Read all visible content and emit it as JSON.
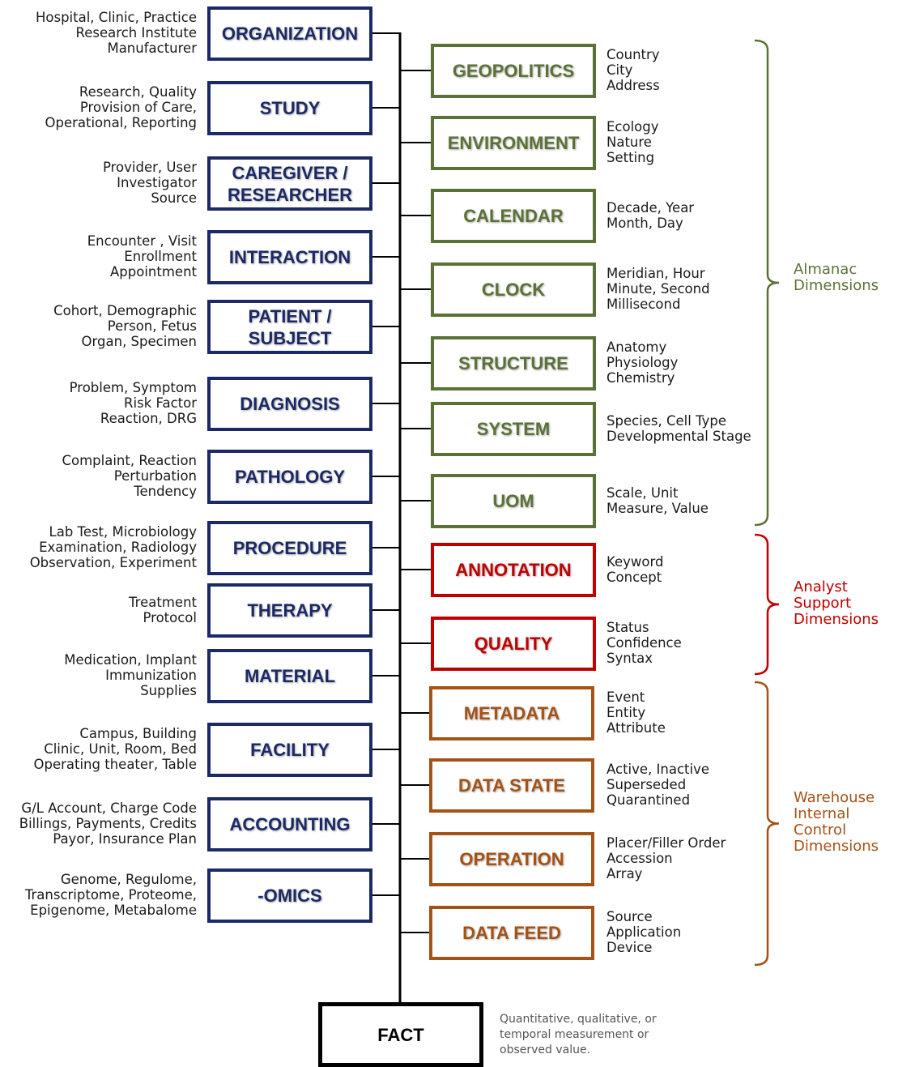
{
  "left_dimensions": [
    {
      "label": "ORGANIZATION",
      "desc": "Hospital, Clinic, Practice\nResearch Institute\nManufacturer"
    },
    {
      "label": "STUDY",
      "desc": "Research, Quality\nProvision of Care,\nOperational, Reporting"
    },
    {
      "label": "CAREGIVER /\nRESEARCHER",
      "desc": "Provider, User\nInvestigator\nSource"
    },
    {
      "label": "INTERACTION",
      "desc": "Encounter , Visit\nEnrollment\nAppointment"
    },
    {
      "label": "PATIENT /\nSUBJECT",
      "desc": "Cohort, Demographic\nPerson, Fetus\nOrgan, Specimen"
    },
    {
      "label": "DIAGNOSIS",
      "desc": "Problem, Symptom\nRisk Factor\nReaction, DRG"
    },
    {
      "label": "PATHOLOGY",
      "desc": "Complaint, Reaction\nPerturbation\nTendency"
    },
    {
      "label": "PROCEDURE",
      "desc": "Lab Test, Microbiology\nExamination, Radiology\nObservation, Experiment"
    },
    {
      "label": "THERAPY",
      "desc": "Treatment\nProtocol"
    },
    {
      "label": "MATERIAL",
      "desc": "Medication, Implant\nImmunization\nSupplies"
    },
    {
      "label": "FACILITY",
      "desc": "Campus, Building\nClinic, Unit, Room, Bed\nOperating theater, Table"
    },
    {
      "label": "ACCOUNTING",
      "desc": "G/L Account, Charge Code\nBillings, Payments, Credits\nPayor, Insurance Plan"
    },
    {
      "label": "-OMICS",
      "desc": "Genome, Regulome,\nTranscriptome, Proteome,\nEpigenome, Metabalome"
    }
  ],
  "right_dimensions": [
    {
      "label": "GEOPOLITICS",
      "desc": "Country\nCity\nAddress",
      "group": "almanac"
    },
    {
      "label": "ENVIRONMENT",
      "desc": "Ecology\nNature\nSetting",
      "group": "almanac"
    },
    {
      "label": "CALENDAR",
      "desc": "Decade, Year\nMonth, Day",
      "group": "almanac"
    },
    {
      "label": "CLOCK",
      "desc": "Meridian, Hour\nMinute, Second\nMillisecond",
      "group": "almanac"
    },
    {
      "label": "STRUCTURE",
      "desc": "Anatomy\nPhysiology\nChemistry",
      "group": "almanac"
    },
    {
      "label": "SYSTEM",
      "desc": "Species, Cell Type\nDevelopmental Stage",
      "group": "almanac"
    },
    {
      "label": "UOM",
      "desc": "Scale, Unit\nMeasure, Value",
      "group": "almanac"
    },
    {
      "label": "ANNOTATION",
      "desc": "Keyword\nConcept",
      "group": "analyst"
    },
    {
      "label": "QUALITY",
      "desc": "Status\nConfidence\nSyntax",
      "group": "analyst"
    },
    {
      "label": "METADATA",
      "desc": "Event\nEntity\nAttribute",
      "group": "warehouse"
    },
    {
      "label": "DATA STATE",
      "desc": "Active, Inactive\nSuperseded\nQuarantined",
      "group": "warehouse"
    },
    {
      "label": "OPERATION",
      "desc": "Placer/Filler Order\nAccession\nArray",
      "group": "warehouse"
    },
    {
      "label": "DATA FEED",
      "desc": "Source\nApplication\nDevice",
      "group": "warehouse"
    }
  ],
  "groups": [
    {
      "id": "almanac",
      "label": "Almanac\nDimensions",
      "color": "#5a7236"
    },
    {
      "id": "analyst",
      "label": "Analyst\nSupport\nDimensions",
      "color": "#c00000"
    },
    {
      "id": "warehouse",
      "label": "Warehouse\nInternal\nControl\nDimensions",
      "color": "#a45216"
    }
  ],
  "fact": {
    "label": "FACT",
    "desc": "Quantitative, qualitative, or temporal measurement or observed value."
  },
  "colors": {
    "left": "#1b2a66",
    "almanac": "#5a7236",
    "analyst": "#c00000",
    "warehouse": "#a45216",
    "fact": "#000000"
  }
}
